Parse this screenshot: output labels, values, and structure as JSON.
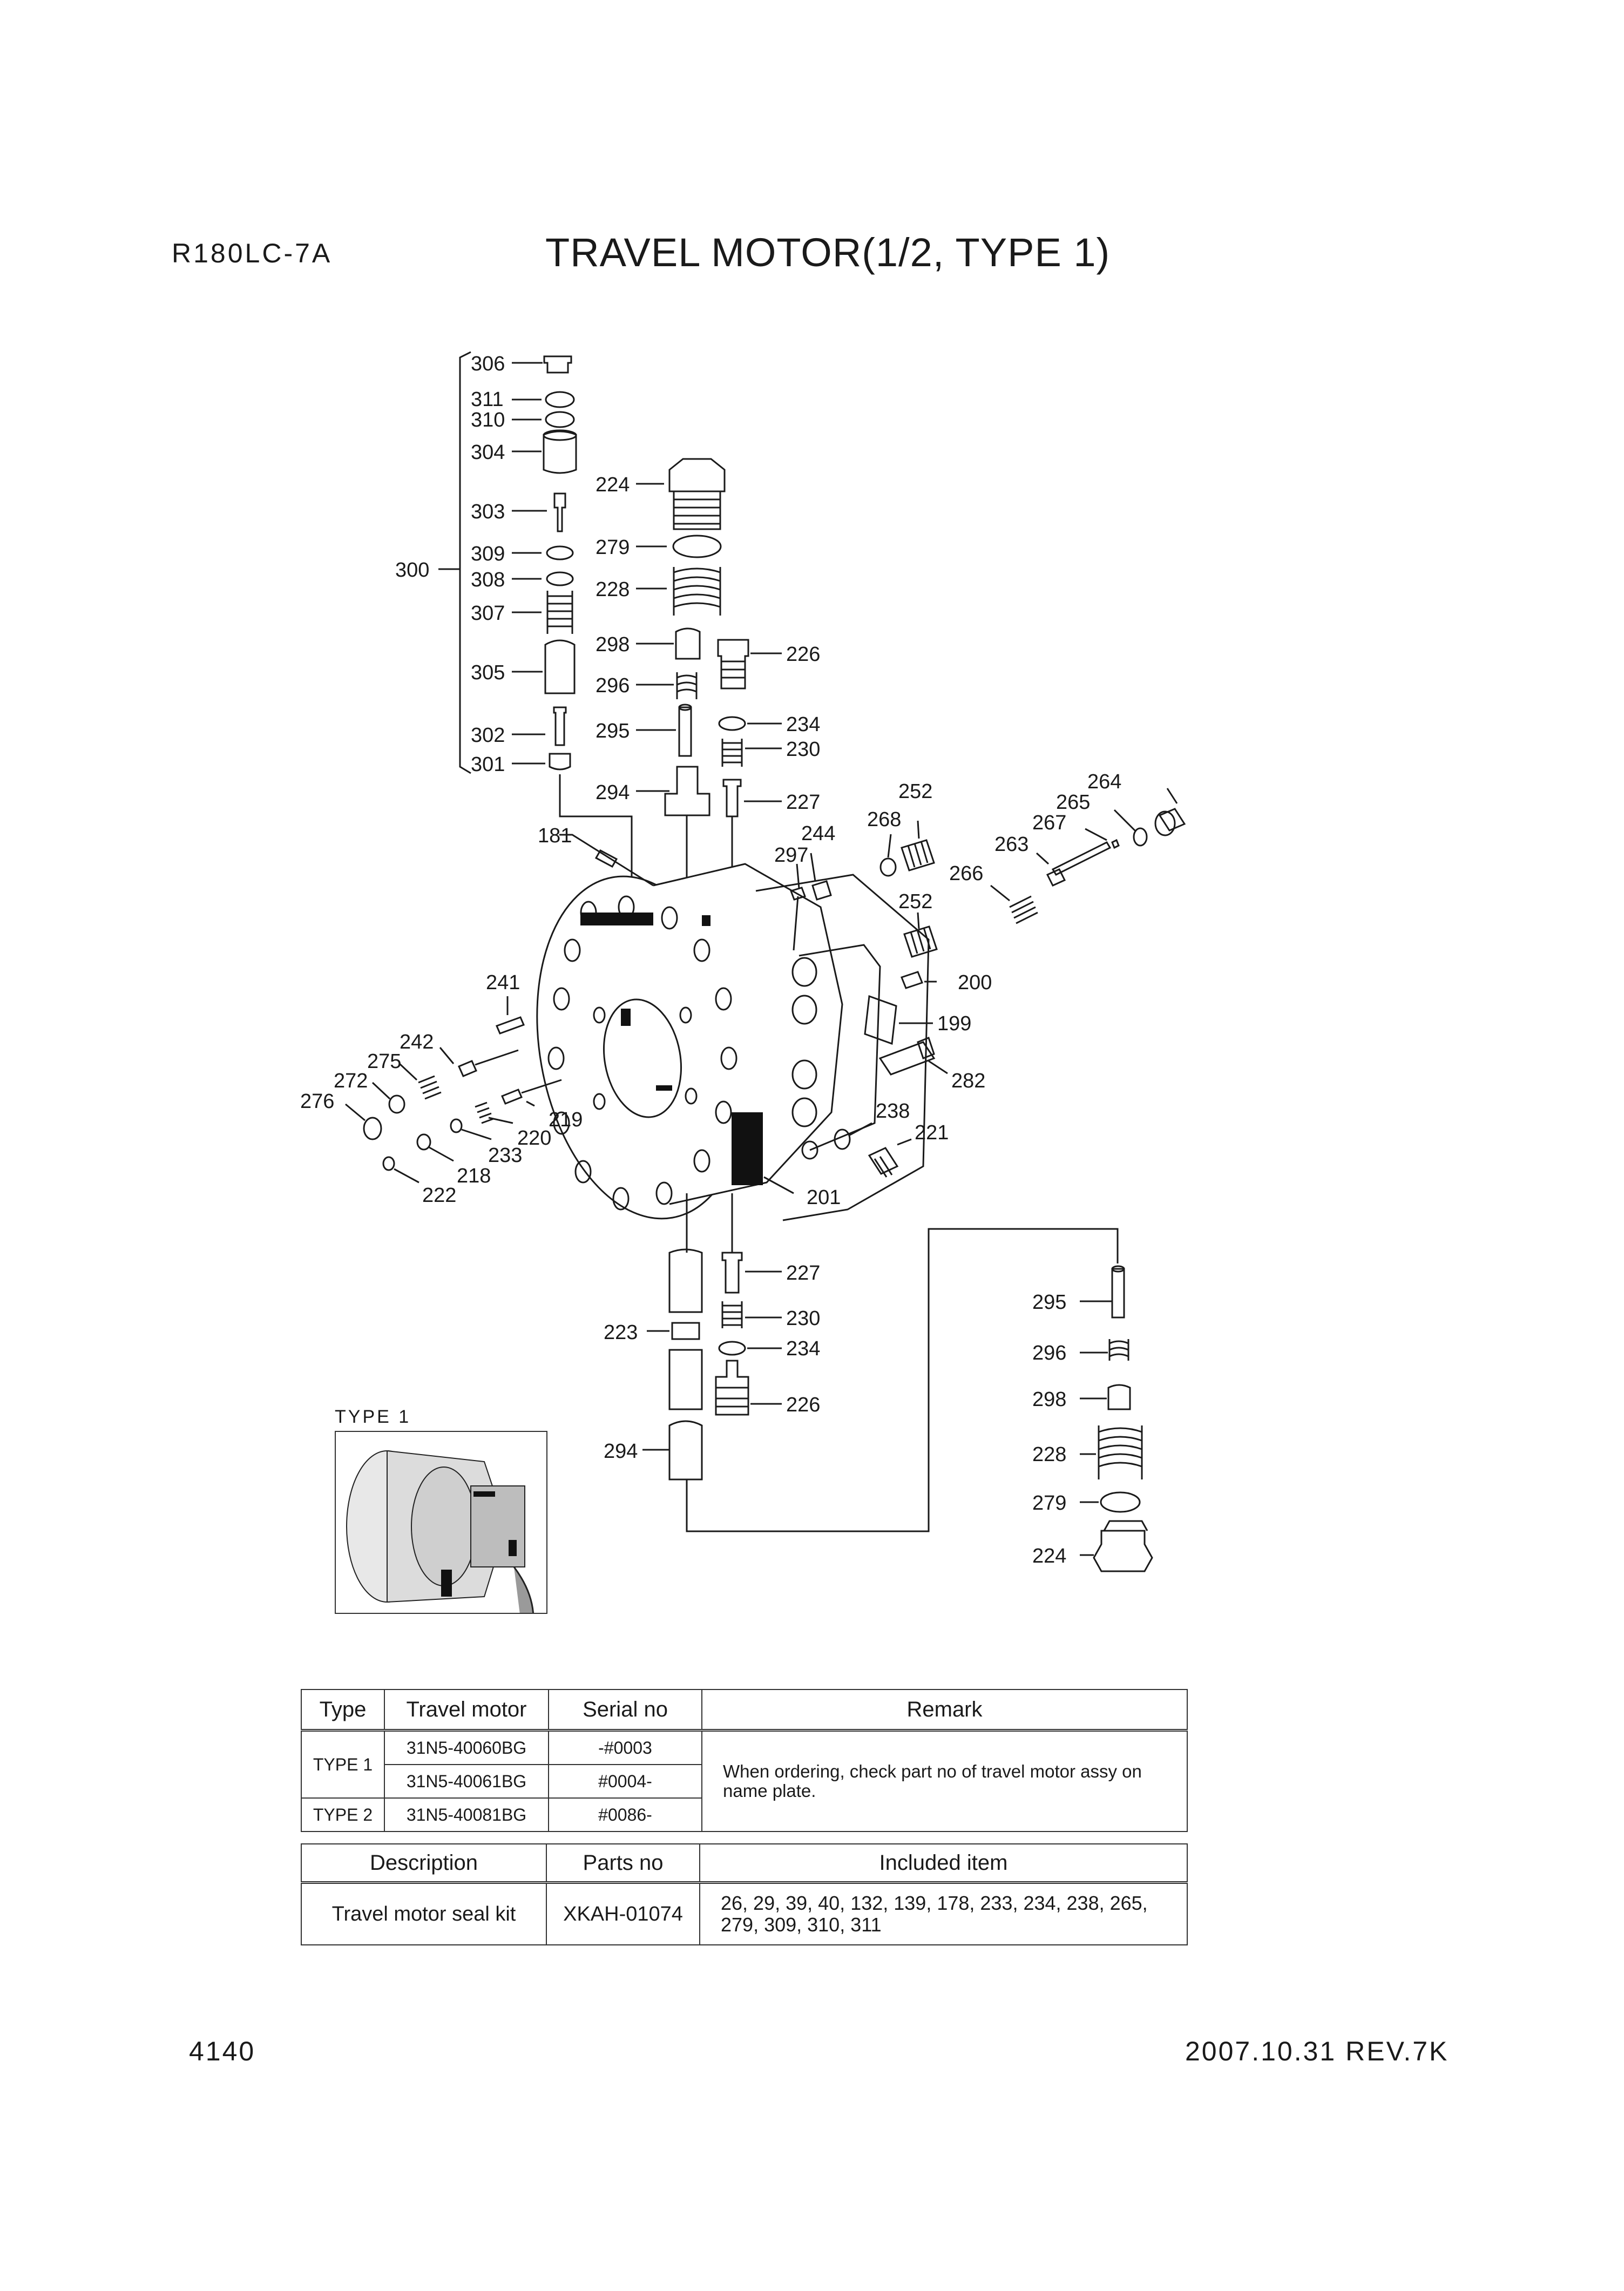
{
  "header": {
    "model": "R180LC-7A",
    "title": "TRAVEL MOTOR(1/2, TYPE 1)"
  },
  "footer": {
    "page_number": "4140",
    "date_revision": "2007.10.31  REV.7K"
  },
  "callouts": {
    "c300": "300",
    "c301": "301",
    "c302": "302",
    "c303": "303",
    "c304": "304",
    "c305": "305",
    "c306": "306",
    "c307": "307",
    "c308": "308",
    "c309": "309",
    "c310": "310",
    "c311": "311",
    "c224": "224",
    "c279": "279",
    "c228": "228",
    "c298": "298",
    "c296": "296",
    "c295": "295",
    "c294": "294",
    "c226": "226",
    "c234": "234",
    "c230": "230",
    "c227": "227",
    "c181": "181",
    "c297": "297",
    "c244": "244",
    "c268": "268",
    "c252": "252",
    "c264": "264",
    "c265": "265",
    "c267": "267",
    "c263": "263",
    "c266": "266",
    "c200": "200",
    "c199": "199",
    "c282": "282",
    "c238": "238",
    "c221": "221",
    "c201": "201",
    "c241": "241",
    "c242": "242",
    "c275": "275",
    "c272": "272",
    "c276": "276",
    "c219": "219",
    "c220": "220",
    "c233": "233",
    "c218": "218",
    "c222": "222",
    "c223": "223"
  },
  "inset": {
    "label": "TYPE 1"
  },
  "type_table": {
    "headers": [
      "Type",
      "Travel motor",
      "Serial no",
      "Remark"
    ],
    "rows": [
      {
        "type": "TYPE 1",
        "motor": "31N5-40060BG",
        "serial": "-#0003"
      },
      {
        "type": "",
        "motor": "31N5-40061BG",
        "serial": "#0004-"
      },
      {
        "type": "TYPE 2",
        "motor": "31N5-40081BG",
        "serial": "#0086-"
      }
    ],
    "remark": "When ordering, check part no of travel motor assy on name plate."
  },
  "kit_table": {
    "headers": [
      "Description",
      "Parts no",
      "Included item"
    ],
    "row": {
      "description": "Travel motor seal kit",
      "parts_no": "XKAH-01074",
      "included": "26, 29, 39, 40, 132, 139, 178, 233, 234, 238, 265, 279, 309, 310, 311"
    }
  }
}
